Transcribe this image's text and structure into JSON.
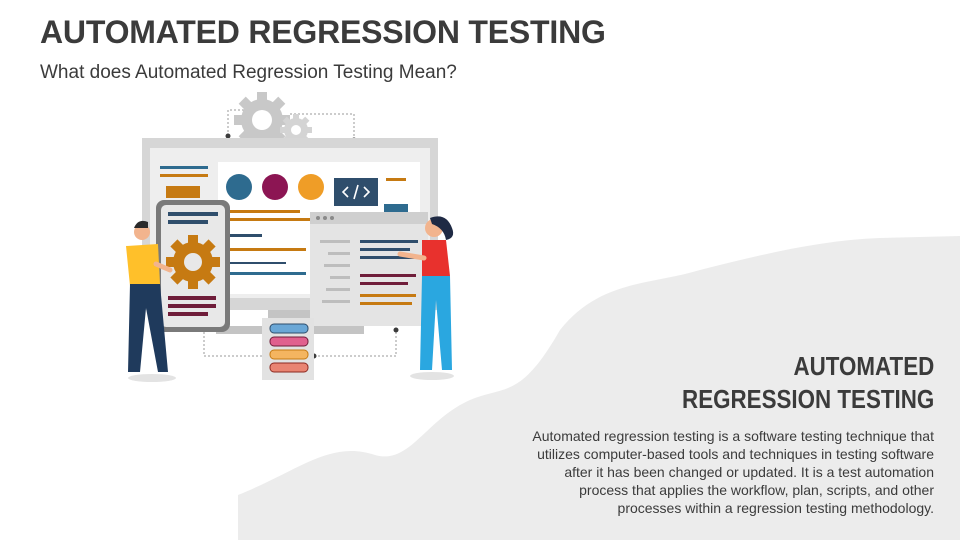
{
  "slide": {
    "title": "AUTOMATED REGRESSION TESTING",
    "subtitle": "What does Automated Regression Testing Mean?"
  },
  "panel": {
    "heading_line1": "AUTOMATED",
    "heading_line2": "REGRESSION TESTING",
    "body": "Automated regression testing is a software testing technique that utilizes computer-based tools and techniques in testing software after it has been changed or updated. It is a test automation process that applies the workflow, plan, scripts, and other processes within a regression testing methodology."
  },
  "illustration": {
    "icons": [
      "gear-icon",
      "code-icon",
      "server-stack-icon",
      "monitor-icon"
    ],
    "colors": {
      "blue": "#2e6b8f",
      "maroon": "#8c1553",
      "orange": "#ef9d27",
      "gold": "#c67a12",
      "navy": "#2f4e6c",
      "wine": "#6f1d3a"
    }
  }
}
